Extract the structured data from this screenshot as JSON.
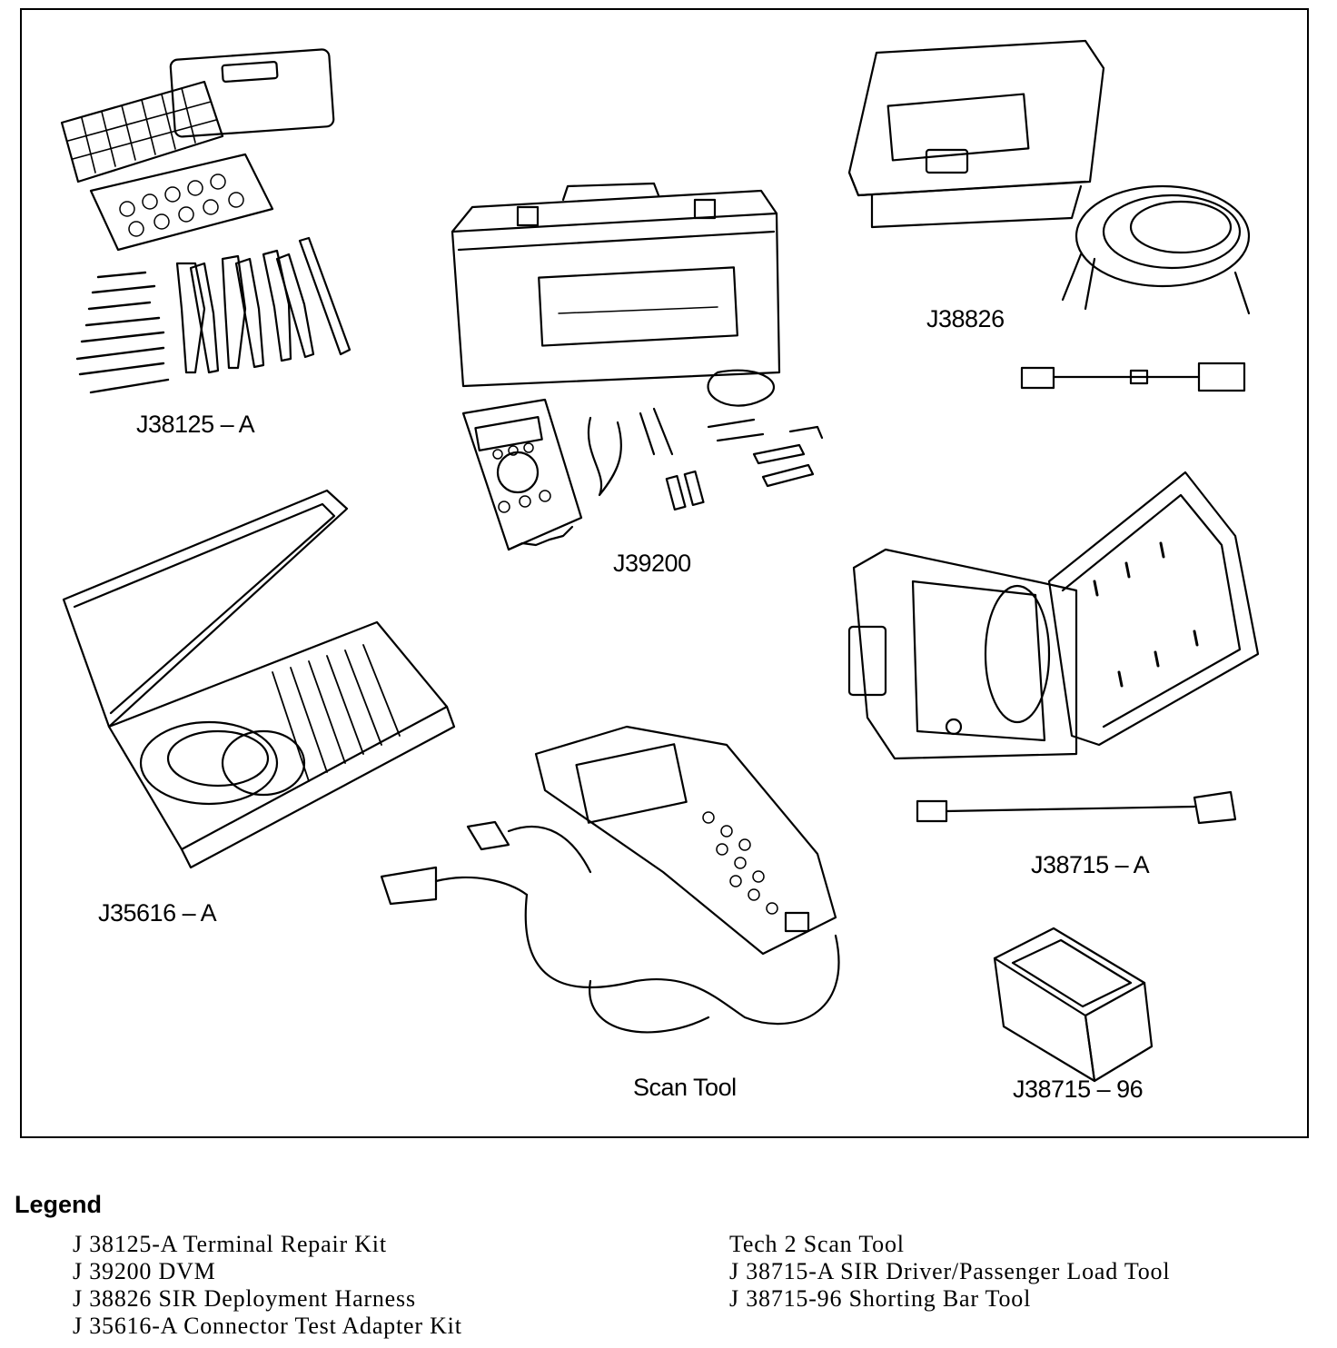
{
  "labels": {
    "terminal_repair_kit": "J38125 – A",
    "dvm": "J39200",
    "deployment_harness": "J38826",
    "connector_adapter_kit": "J35616 – A",
    "scan_tool": "Scan Tool",
    "load_tool": "J38715 – A",
    "shorting_bar": "J38715 – 96"
  },
  "legend": {
    "heading": "Legend",
    "left": [
      "J 38125-A Terminal Repair Kit",
      "J 39200 DVM",
      "J 38826 SIR Deployment Harness",
      "J 35616-A Connector Test Adapter Kit"
    ],
    "right": [
      "Tech 2 Scan Tool",
      "J 38715-A SIR Driver/Passenger Load Tool",
      "J 38715-96 Shorting Bar Tool"
    ]
  }
}
